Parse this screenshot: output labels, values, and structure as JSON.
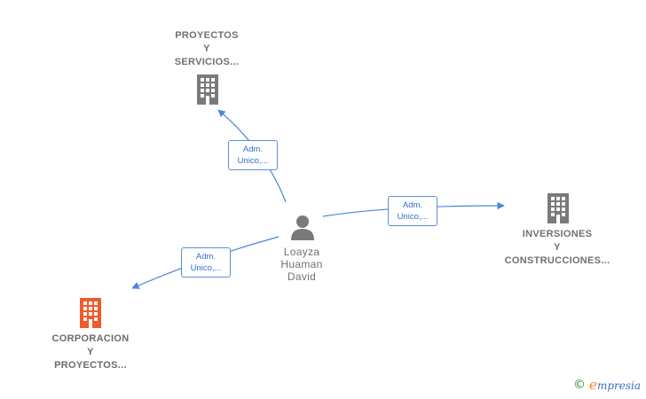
{
  "nodes": {
    "company_top": {
      "label_lines": [
        "PROYECTOS",
        "Y",
        "SERVICIOS..."
      ],
      "icon": "building-icon",
      "color": "#7a7a7a"
    },
    "company_right": {
      "label_lines": [
        "INVERSIONES",
        "Y",
        "CONSTRUCCIONES..."
      ],
      "icon": "building-icon",
      "color": "#7a7a7a"
    },
    "company_bottom_left": {
      "label_lines": [
        "CORPORACION",
        "Y",
        "PROYECTOS..."
      ],
      "icon": "building-icon",
      "color": "#f05a2a"
    },
    "person": {
      "label_lines": [
        "Loayza",
        "Huaman",
        "David"
      ],
      "icon": "person-icon",
      "color": "#7a7a7a"
    }
  },
  "edges": [
    {
      "from": "person",
      "to": "company_top",
      "label_lines": [
        "Adm.",
        "Unico,..."
      ]
    },
    {
      "from": "person",
      "to": "company_right",
      "label_lines": [
        "Adm.",
        "Unico,..."
      ]
    },
    {
      "from": "person",
      "to": "company_bottom_left",
      "label_lines": [
        "Adm.",
        "Unico,..."
      ]
    }
  ],
  "colors": {
    "edge": "#4a86d8",
    "edge_label_text": "#2f6fcf"
  },
  "footer": {
    "copyright_symbol": "©",
    "brand_initial": "e",
    "brand_rest": "mpresia"
  }
}
